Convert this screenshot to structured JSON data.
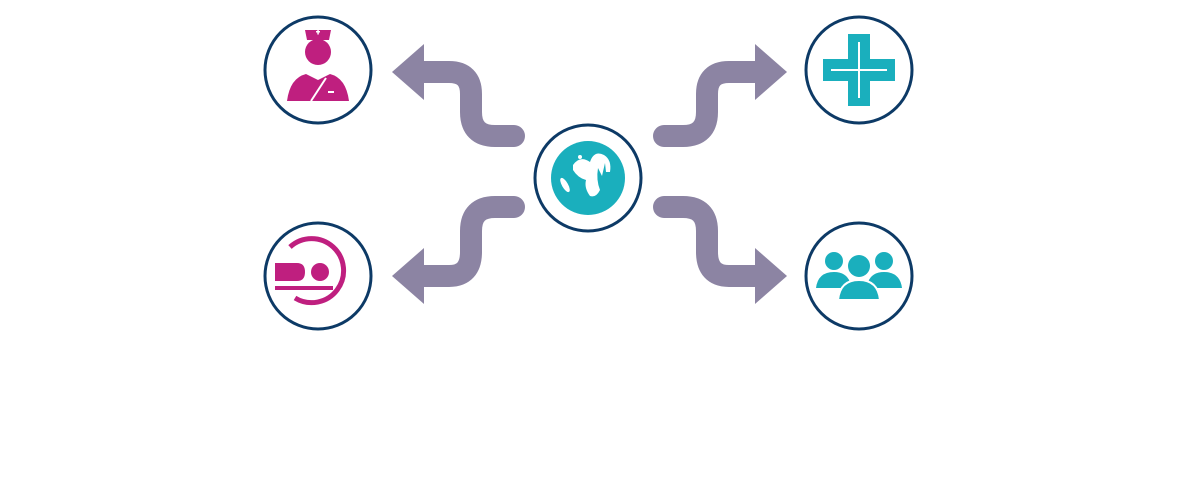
{
  "colors": {
    "ring": "#0d3a66",
    "arrow": "#8c84a3",
    "magenta": "#bf1f7f",
    "teal": "#1aafbd",
    "background": "#ffffff"
  },
  "nodes": [
    {
      "id": "center",
      "icon": "globe-icon"
    },
    {
      "id": "top-left",
      "icon": "nurse-icon"
    },
    {
      "id": "bottom-left",
      "icon": "mri-scanner-icon"
    },
    {
      "id": "top-right",
      "icon": "medical-cross-icon"
    },
    {
      "id": "bottom-right",
      "icon": "people-group-icon"
    }
  ],
  "edges": [
    {
      "from": "center",
      "to": "top-left"
    },
    {
      "from": "center",
      "to": "bottom-left"
    },
    {
      "from": "center",
      "to": "top-right"
    },
    {
      "from": "center",
      "to": "bottom-right"
    }
  ]
}
